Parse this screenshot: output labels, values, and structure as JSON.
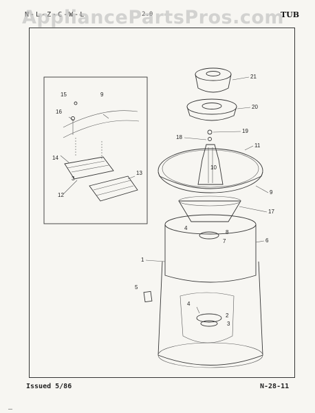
{
  "header": {
    "code_left": "N-L-Z-C-W-L",
    "code_mid": "2.0",
    "section": "TUB"
  },
  "watermark": "AppliancePartsPros.com",
  "footer": {
    "issued": "Issued 5/86",
    "page_code": "N-28-11",
    "dash": "–"
  },
  "callouts": [
    "1",
    "2",
    "3",
    "4",
    "5",
    "6",
    "7",
    "8",
    "9",
    "10",
    "11",
    "12",
    "13",
    "14",
    "15",
    "16",
    "18",
    "19",
    "20",
    "21",
    "17",
    "9",
    "3",
    "4"
  ],
  "colors": {
    "ink": "#333333",
    "paper": "#f7f6f2",
    "watermark": "#b4b4b4"
  }
}
